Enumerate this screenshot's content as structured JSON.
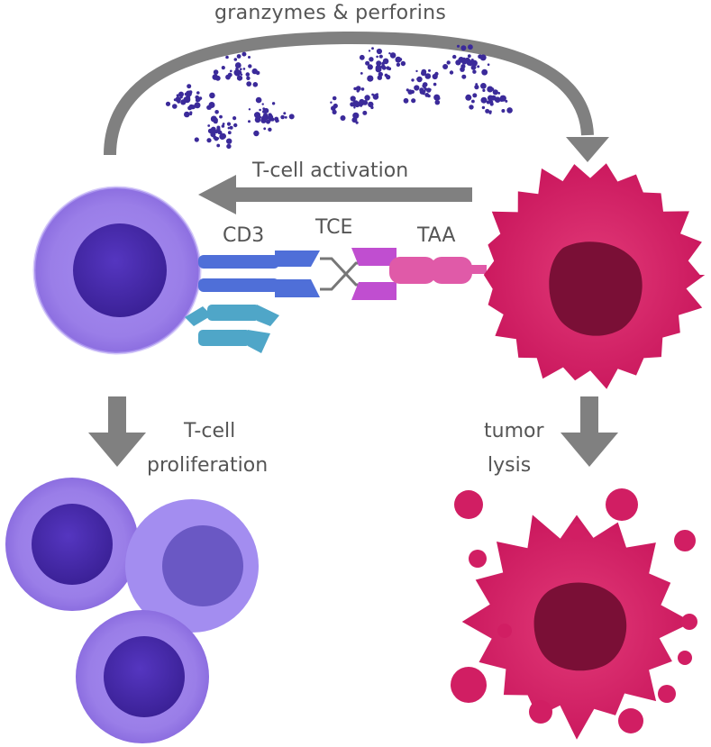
{
  "labels": {
    "granzymes": "granzymes & perforins",
    "activation": "T-cell activation",
    "cd3": "CD3",
    "tce": "TCE",
    "taa": "TAA",
    "proliferation_line1": "T-cell",
    "proliferation_line2": "proliferation",
    "lysis_line1": "tumor",
    "lysis_line2": "lysis"
  },
  "colors": {
    "arrow": "#808080",
    "tcell": "#9b7fe6",
    "tcell_nucleus": "#4a2fae",
    "tumor": "#d11e63",
    "tumor_nucleus": "#7a0f36",
    "cd3": "#4f6fd8",
    "tcr": "#4fa6c8",
    "tce": "#c04ed0",
    "taa": "#e05aa8",
    "granules": "#3b2a9a"
  }
}
